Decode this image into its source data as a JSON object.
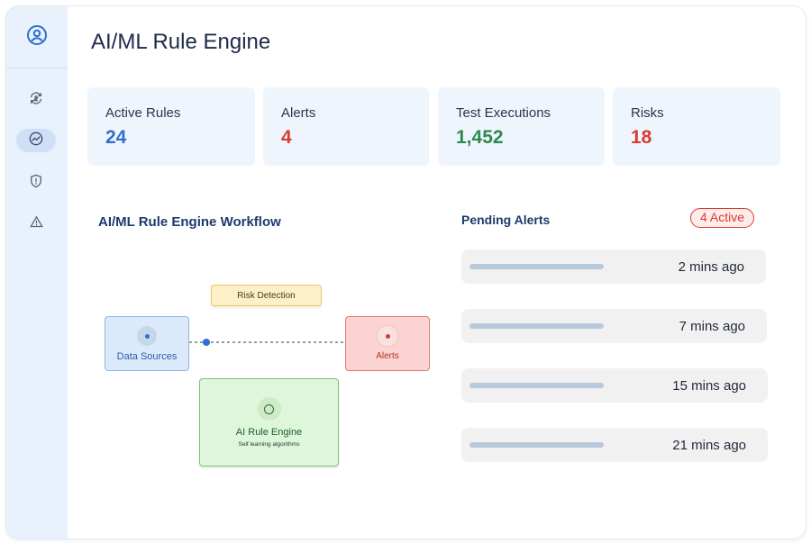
{
  "app": {
    "title": "AI/ML Rule Engine"
  },
  "sidebar": {
    "items": [
      {
        "icon": "user-circle-icon"
      },
      {
        "icon": "refresh-icon"
      },
      {
        "icon": "chart-icon",
        "active": true
      },
      {
        "icon": "shield-icon"
      },
      {
        "icon": "warning-icon"
      }
    ]
  },
  "stats": [
    {
      "label": "Active Rules",
      "value": "24",
      "color": "#2f6fcf"
    },
    {
      "label": "Alerts",
      "value": "4",
      "color": "#d93b30"
    },
    {
      "label": "Test Executions",
      "value": "1,452",
      "color": "#2e8a4e"
    },
    {
      "label": "Risks",
      "value": "18",
      "color": "#d93b30"
    }
  ],
  "workflow": {
    "title": "AI/ML Rule Engine Workflow",
    "nodes": {
      "data_sources": "Data Sources",
      "risk_detection": "Risk Detection",
      "alerts": "Alerts",
      "ai_engine": "AI Rule Engine",
      "ai_engine_sub": "Self learning algorithms"
    }
  },
  "pending": {
    "title": "Pending Alerts",
    "badge": "4 Active",
    "items": [
      {
        "time": "2 mins ago"
      },
      {
        "time": "7 mins ago"
      },
      {
        "time": "15 mins ago"
      },
      {
        "time": "21 mins ago"
      }
    ]
  }
}
